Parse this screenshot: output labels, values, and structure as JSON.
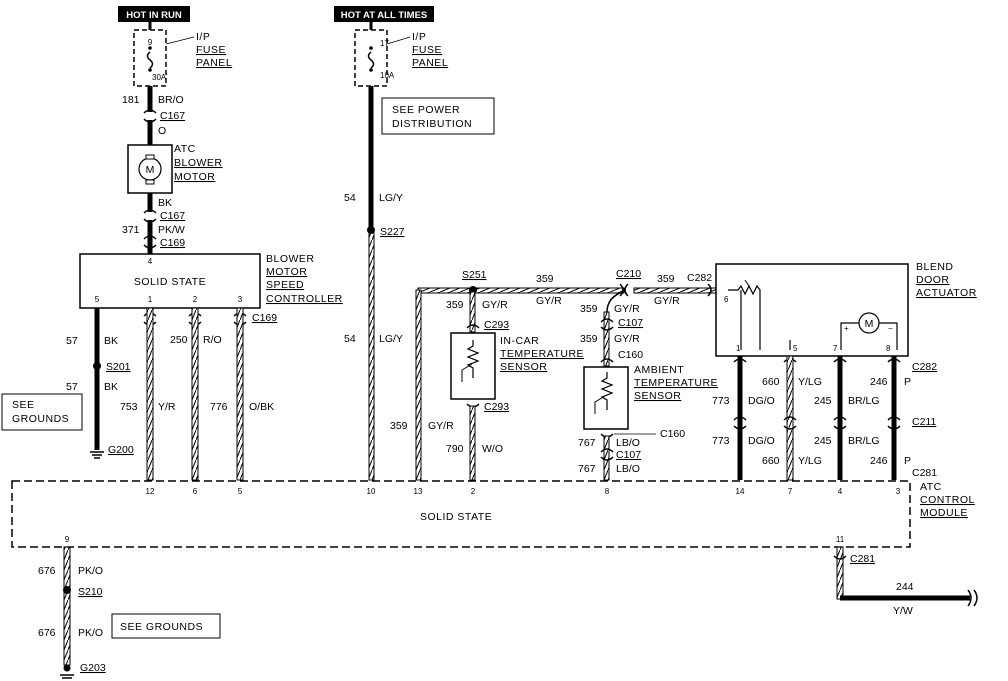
{
  "headers": {
    "hot_in_run": "HOT IN RUN",
    "hot_at_all_times": "HOT AT ALL TIMES"
  },
  "fuses": {
    "left": {
      "number": "9",
      "amps": "30A",
      "label1": "I/P",
      "label2": "FUSE",
      "label3": "PANEL"
    },
    "right": {
      "number": "17",
      "amps": "10A",
      "label1": "I/P",
      "label2": "FUSE",
      "label3": "PANEL"
    }
  },
  "notes": {
    "power_distribution_1": "SEE POWER",
    "power_distribution_2": "DISTRIBUTION",
    "grounds_left_1": "SEE",
    "grounds_left_2": "GROUNDS",
    "grounds_bottom": "SEE GROUNDS"
  },
  "components": {
    "blower_motor": {
      "l1": "ATC",
      "l2": "BLOWER",
      "l3": "MOTOR",
      "symbol": "M"
    },
    "speed_controller": {
      "body": "SOLID STATE",
      "l1": "BLOWER",
      "l2": "MOTOR",
      "l3": "SPEED",
      "l4": "CONTROLLER",
      "pin_top": "4",
      "pins": [
        "5",
        "1",
        "2",
        "3"
      ]
    },
    "incar_sensor": {
      "l1": "IN-CAR",
      "l2": "TEMPERATURE",
      "l3": "SENSOR"
    },
    "ambient_sensor": {
      "l1": "AMBIENT",
      "l2": "TEMPERATURE",
      "l3": "SENSOR"
    },
    "blend_door": {
      "l1": "BLEND",
      "l2": "DOOR",
      "l3": "ACTUATOR",
      "pins": [
        "6",
        "1",
        "5",
        "7",
        "8"
      ],
      "symbol": "M"
    },
    "atc_module": {
      "body": "SOLID STATE",
      "l1": "ATC",
      "l2": "CONTROL",
      "l3": "MODULE",
      "pins_top": [
        "12",
        "6",
        "5",
        "10",
        "13",
        "2",
        "8",
        "14",
        "7",
        "4",
        "3"
      ],
      "pins_bottom": [
        "9",
        "11"
      ]
    }
  },
  "connectors": {
    "c167_a": "C167",
    "c167_b": "C167",
    "c169_a": "C169",
    "c169_b": "C169",
    "c293_a": "C293",
    "c293_b": "C293",
    "c107_a": "C107",
    "c107_b": "C107",
    "c160_a": "C160",
    "c160_b": "C160",
    "c210": "C210",
    "c282_a": "C282",
    "c282_b": "C282",
    "c211": "C211",
    "c281_a": "C281",
    "c281_b": "C281"
  },
  "splices": {
    "s201": "S201",
    "s227": "S227",
    "s251": "S251",
    "s210": "S210"
  },
  "grounds": {
    "g200": "G200",
    "g203": "G203"
  },
  "wires": {
    "w181": {
      "circuit": "181",
      "color": "BR/O"
    },
    "w_o": {
      "color": "O"
    },
    "w_bk": {
      "color": "BK"
    },
    "w371": {
      "circuit": "371",
      "color": "PK/W"
    },
    "w54a": {
      "circuit": "54",
      "color": "LG/Y"
    },
    "w54b": {
      "circuit": "54",
      "color": "LG/Y"
    },
    "w57a": {
      "circuit": "57",
      "color": "BK"
    },
    "w57b": {
      "circuit": "57",
      "color": "BK"
    },
    "w250": {
      "circuit": "250",
      "color": "R/O"
    },
    "w753": {
      "circuit": "753",
      "color": "Y/R"
    },
    "w776": {
      "circuit": "776",
      "color": "O/BK"
    },
    "w359a": {
      "circuit": "359",
      "color": "GY/R"
    },
    "w359b": {
      "circuit": "359",
      "color": "GY/R"
    },
    "w359c": {
      "circuit": "359",
      "color": "GY/R"
    },
    "w359d": {
      "circuit": "359",
      "color": "GY/R"
    },
    "w359e": {
      "circuit": "359",
      "color": "GY/R"
    },
    "w359f": {
      "circuit": "359",
      "color": "GY/R"
    },
    "w790": {
      "circuit": "790",
      "color": "W/O"
    },
    "w767a": {
      "circuit": "767",
      "color": "LB/O"
    },
    "w767b": {
      "circuit": "767",
      "color": "LB/O"
    },
    "w660a": {
      "circuit": "660",
      "color": "Y/LG"
    },
    "w660b": {
      "circuit": "660",
      "color": "Y/LG"
    },
    "w773a": {
      "circuit": "773",
      "color": "DG/O"
    },
    "w773b": {
      "circuit": "773",
      "color": "DG/O"
    },
    "w245a": {
      "circuit": "245",
      "color": "BR/LG"
    },
    "w245b": {
      "circuit": "245",
      "color": "BR/LG"
    },
    "w246a": {
      "circuit": "246",
      "color": "P"
    },
    "w246b": {
      "circuit": "246",
      "color": "P"
    },
    "w676a": {
      "circuit": "676",
      "color": "PK/O"
    },
    "w676b": {
      "circuit": "676",
      "color": "PK/O"
    },
    "w244": {
      "circuit": "244",
      "color": "Y/W"
    }
  }
}
